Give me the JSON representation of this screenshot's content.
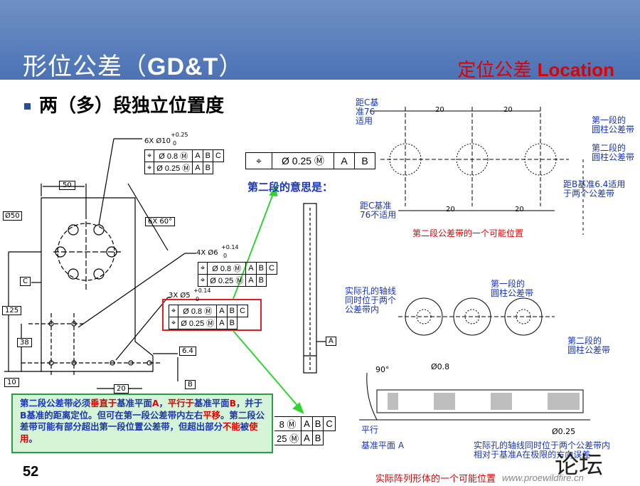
{
  "header": {
    "title_cn": "形位公差（",
    "title_en": "GD&T",
    "title_end": "）",
    "location_cn": "定位公差 ",
    "location_en": "Location"
  },
  "bullet": "两（多）段独立位置度",
  "page_number": "52",
  "meaning_label": "第二段的意思是：",
  "note": {
    "p1": "第二段公差带必须",
    "r1": "垂直于",
    "p2": "基准平面",
    "r2": "A",
    "p3": "，",
    "r3": "平行于",
    "p4": "基准平面",
    "r4": "B",
    "p5": "，并于B基准的距离定位。但可在第一段公差带内左右",
    "r5": "平移",
    "p6": "。第二段公差带可能有部分超出第一段位置公差带，但超出部分",
    "r6": "不能",
    "p7": "被",
    "r7": "使用",
    "p8": "。"
  },
  "drawing": {
    "dim_50": "50",
    "dia_50": "Ø50",
    "six_x": "6X Ø10",
    "tol_10_plus": "+0.25",
    "tol_10_zero": "0",
    "six_x_60": "6X 60°",
    "four_x": "4X Ø6",
    "tol_6_plus": "+0.14",
    "tol_6_zero": "0",
    "three_x": "3X Ø5",
    "tol_5_plus": "+0.14",
    "tol_5_zero": "0",
    "dim_125": "125",
    "dim_38": "38",
    "dim_10": "10",
    "dim_20": "20",
    "dim_64": "6.4",
    "datum_a": "A",
    "datum_b": "B",
    "datum_c": "C",
    "fcf_row1": [
      "⌖",
      "Ø 0.8 Ⓜ",
      "A",
      "B",
      "C"
    ],
    "fcf_row2": [
      "⌖",
      "Ø 0.25 Ⓜ",
      "A",
      "B"
    ],
    "big_fcf": [
      "⌖",
      "Ø 0.25 Ⓜ",
      "A",
      "B"
    ],
    "bottom_fcf1": [
      "8 Ⓜ",
      "A",
      "B",
      "C"
    ],
    "bottom_fcf2": [
      "25 Ⓜ",
      "A",
      "B"
    ]
  },
  "right_labels": {
    "from_c_76": "距C基\n准76\n适用",
    "twenty_a": "20",
    "twenty_b": "20",
    "twenty_c": "20",
    "twenty_d": "20",
    "first_seg": "第一段的\n圆柱公差带",
    "second_seg": "第二段的\n圆柱公差带",
    "from_b_64": "距B基准6.4适用\n于两个公差带",
    "from_c_76_no": "距C基准\n76不适用",
    "possible_pos": "第二段公差带的一个可能位置",
    "actual_axis": "实际孔的轴线\n同时位于两个\n公差带内",
    "first_seg2": "第一段的\n圆柱公差带",
    "second_seg2": "第二段的\n圆柱公差带",
    "ninety": "90°",
    "dia_08": "Ø0.8",
    "dia_025": "Ø0.25",
    "parallel": "平行",
    "datum_plane_a": "基准平面 A",
    "actual_axis2": "实际孔的轴线同时位于两个公差带内\n相对于基准A在极限的方向误差",
    "caption": "实际阵列形体的一个可能位置"
  },
  "watermark": {
    "url": "www.proewildfire.cn",
    "forum": "论坛"
  }
}
